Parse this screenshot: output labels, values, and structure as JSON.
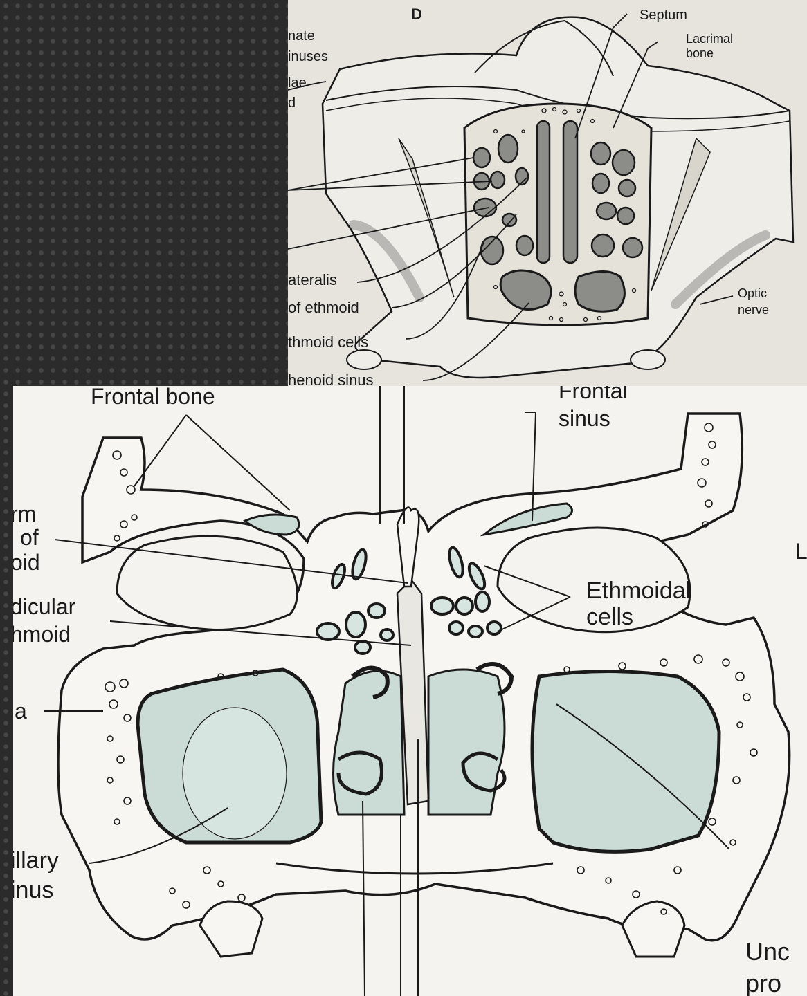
{
  "top_figure": {
    "panel_letter": "D",
    "labels": {
      "septum": "Septum",
      "lacrimal_line1": "Lacrimal",
      "lacrimal_line2": "bone",
      "uncinate_line1": "nate",
      "uncinate_line2": "inuses",
      "lamellae_line1": "lae",
      "lamellae_line2": "d",
      "lateralis": "ateralis",
      "of_ethmoid": "of ethmoid",
      "ethmoid_cells": "thmoid cells",
      "sphenoid_sinus": "henoid sinus",
      "optic_line1": "Optic",
      "optic_line2": "nerve"
    }
  },
  "bottom_figure": {
    "labels": {
      "frontal_bone": "Frontal bone",
      "frontal_sinus_line1": "Frontal",
      "frontal_sinus_line2": "sinus",
      "arm_line1": "rm",
      "arm_line2": "of",
      "arm_line3": "oid",
      "perp_line1": "dicular",
      "perp_line2": "hmoid",
      "ethmoidal_line1": "Ethmoidal",
      "ethmoidal_line2": "cells",
      "edge_l": "L",
      "edge_a": "a",
      "maxillary_line1": "illary",
      "maxillary_line2": "inus",
      "uncinate_line1": "Unc",
      "uncinate_line2": "pro"
    }
  },
  "colors": {
    "background": "#2b2b2b",
    "paper_top": "#e7e4de",
    "paper_bottom": "#f4f3f0",
    "ink": "#1a1a1a",
    "cavity_fill_top": "#8c8c88",
    "sinus_fill_bottom": "#cbdcd6"
  }
}
